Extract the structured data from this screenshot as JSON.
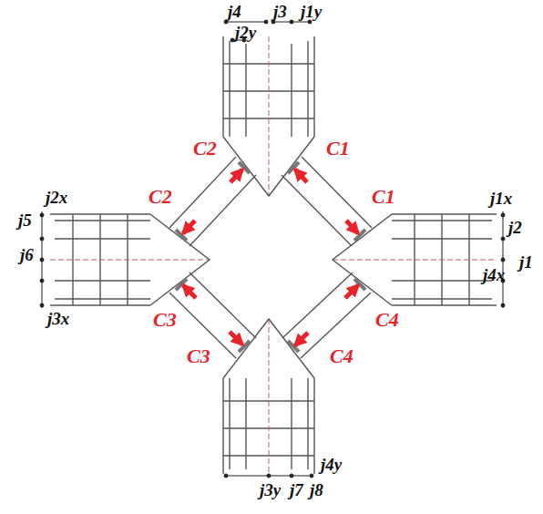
{
  "diagram": {
    "labels": [
      "j4",
      "j2y",
      "j3",
      "j1y",
      "C2",
      "C1",
      "C2",
      "C1",
      "j1x",
      "j2",
      "j1",
      "j4x",
      "j5",
      "j2x",
      "j6",
      "j3x",
      "C3",
      "C4",
      "C3",
      "C4",
      "j3y",
      "j7",
      "j4y",
      "j8"
    ]
  }
}
